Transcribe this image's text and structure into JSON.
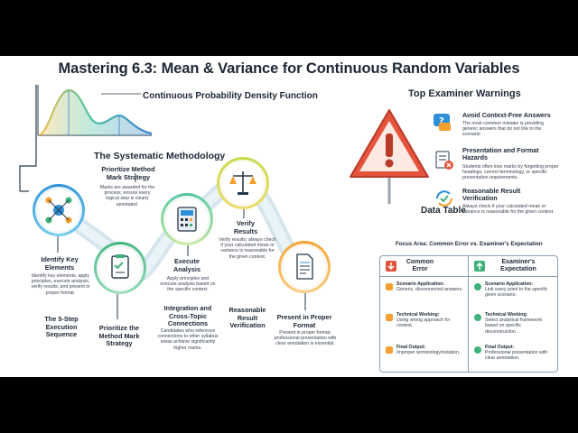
{
  "title": "Mastering 6.3: Mean & Variance for Continuous Random Variables",
  "pdf_label": "Continuous Probability Density Function",
  "methodology": {
    "title": "The Systematic Methodology",
    "steps": [
      {
        "label": "Identify Key Elements",
        "desc": "Identify key elements, apply principles, execute analysis, verify results, and present in proper format."
      },
      {
        "label": "Prioritize the Method Mark Strategy",
        "desc": ""
      },
      {
        "label": "Execute Analysis",
        "desc": "Apply principles and execute analysis based on the specific context."
      },
      {
        "label": "Verify Results",
        "desc": "Verify results; always check if your calculated mean or variance is reasonable for the given context."
      },
      {
        "label": "Present in Proper Format",
        "desc": "Present in proper format; professional presentation with clear annotation is essential."
      }
    ],
    "top_strategy": {
      "label": "Prioritize Method Mark Strategy",
      "desc": "Marks are awarded for the process; ensure every logical step is clearly annotated."
    },
    "integration": {
      "label": "Integration and Cross-Topic Connections",
      "desc": "Candidates who reference connections to other syllabus areas achieve significantly higher marks."
    },
    "reasonable": {
      "label": "Reasonable Result Verification"
    },
    "sequence": "The 5-Step Execution Sequence"
  },
  "warnings": {
    "title": "Top Examiner Warnings",
    "items": [
      {
        "title": "Avoid Context-Free Answers",
        "text": "The most common mistake is providing generic answers that do not link to the scenario."
      },
      {
        "title": "Presentation and Format Hazards",
        "text": "Students often lose marks by forgetting proper headings, correct terminology, or specific presentation requirements."
      },
      {
        "title": "Reasonable Result Verification",
        "text": "Always check if your calculated mean or variance is reasonable for the given context."
      }
    ]
  },
  "data_table": {
    "title": "Data Table",
    "focus": "Focus Area: Common Error vs. Examiner's Expectation",
    "col_error": "Common Error",
    "col_expect": "Examiner's Expectation",
    "rows": [
      {
        "err_title": "Scenario Application:",
        "err_text": "Generic, disconnected answers.",
        "exp_title": "Scenario Application:",
        "exp_text": "Link every point to the specific given scenario."
      },
      {
        "err_title": "Technical Working:",
        "err_text": "Using wrong approach for context.",
        "exp_title": "Technical Working:",
        "exp_text": "Select analytical framework based on specific deconstruction."
      },
      {
        "err_title": "Final Output:",
        "err_text": "Improper terminology/notation.",
        "exp_title": "Final Output:",
        "exp_text": "Professional presentation with clear annotation."
      }
    ]
  },
  "colors": {
    "accent_blue": "#2f8fd8",
    "accent_green": "#3fb27a",
    "accent_orange": "#f4a030",
    "warning_red": "#e5533d"
  }
}
